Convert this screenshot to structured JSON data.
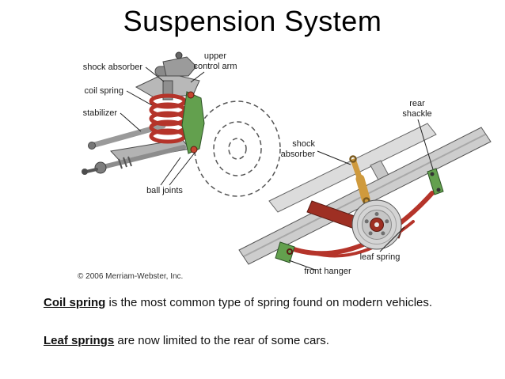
{
  "slide": {
    "title": "Suspension System",
    "copyright": "© 2006 Merriam-Webster, Inc."
  },
  "front_suspension": {
    "name": "front coil spring suspension",
    "labels": {
      "shock_absorber": "shock absorber",
      "coil_spring": "coil spring",
      "stabilizer": "stabilizer",
      "upper_control_arm": [
        "upper",
        "control arm"
      ],
      "ball_joints": "ball joints"
    }
  },
  "rear_suspension": {
    "name": "rear leaf spring suspension",
    "labels": {
      "rear_shackle": [
        "rear",
        "shackle"
      ],
      "shock_absorber": [
        "shock",
        "absorber"
      ],
      "leaf_spring": "leaf spring",
      "front_hanger": "front hanger"
    }
  },
  "captions": [
    {
      "term": "Coil spring",
      "text": " is the most common type of spring found on modern vehicles."
    },
    {
      "term": "Leaf springs",
      "text": " are now limited to the rear of some cars."
    }
  ],
  "colors": {
    "spring_red": "#b5342a",
    "axle_red": "#9e2f23",
    "bracket_green": "#63a04e",
    "shock_tan": "#cf9a3d",
    "metal_gray": "#c6c6c6"
  }
}
